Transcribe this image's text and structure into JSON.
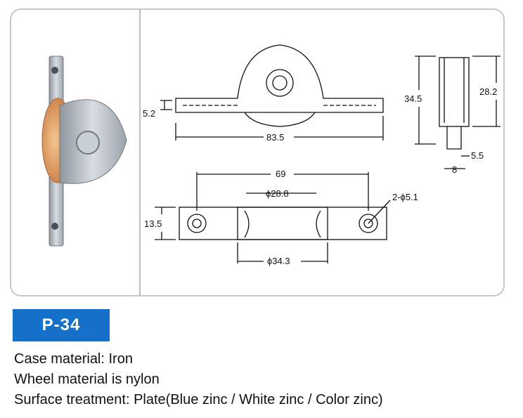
{
  "product": {
    "code": "P-34",
    "specs": [
      "Case material: Iron",
      "Wheel material is nylon",
      "Surface treatment: Plate(Blue zinc / White zinc / Color zinc)"
    ]
  },
  "dimensions": {
    "front_height": "5.2",
    "front_width": "83.5",
    "side_total": "34.5",
    "side_wheel": "28.2",
    "side_groove": "5.5",
    "side_width": "8",
    "top_hole_spacing": "69",
    "top_wheel_diam": "ϕ28.8",
    "top_holes": "2-ϕ5.1",
    "top_height": "13.5",
    "top_case_diam": "ϕ34.3"
  },
  "colors": {
    "badge": "#1470c8",
    "wheel": "#e8a868",
    "metal": "#b8bfc6"
  }
}
